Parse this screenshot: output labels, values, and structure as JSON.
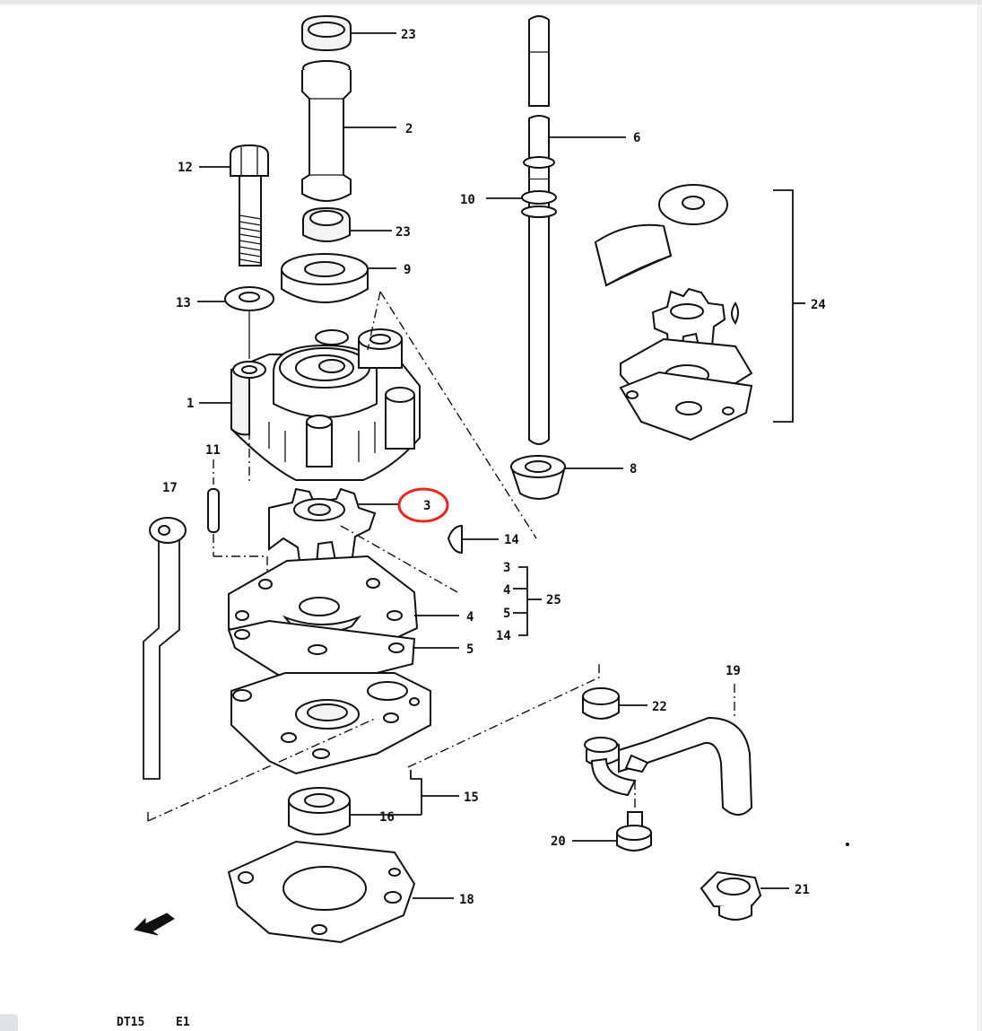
{
  "labels": {
    "l23a": "23",
    "l2": "2",
    "l23b": "23",
    "l9": "9",
    "l12": "12",
    "l13": "13",
    "l1": "1",
    "l11": "11",
    "l17": "17",
    "l3": "3",
    "l14": "14",
    "l4": "4",
    "l5": "5",
    "l6": "6",
    "l10": "10",
    "l8": "8",
    "l24": "24",
    "g3": "3",
    "g4": "4",
    "g5": "5",
    "g14": "14",
    "l25": "25",
    "l19": "19",
    "l22": "22",
    "l15": "15",
    "l16": "16",
    "l20": "20",
    "l21": "21",
    "l18": "18"
  },
  "footer": {
    "model": "DT15",
    "code": "E1"
  },
  "highlight": {
    "label": "3",
    "color": "#e8281c"
  },
  "icons": {
    "direction": "forward-arrow-icon"
  }
}
